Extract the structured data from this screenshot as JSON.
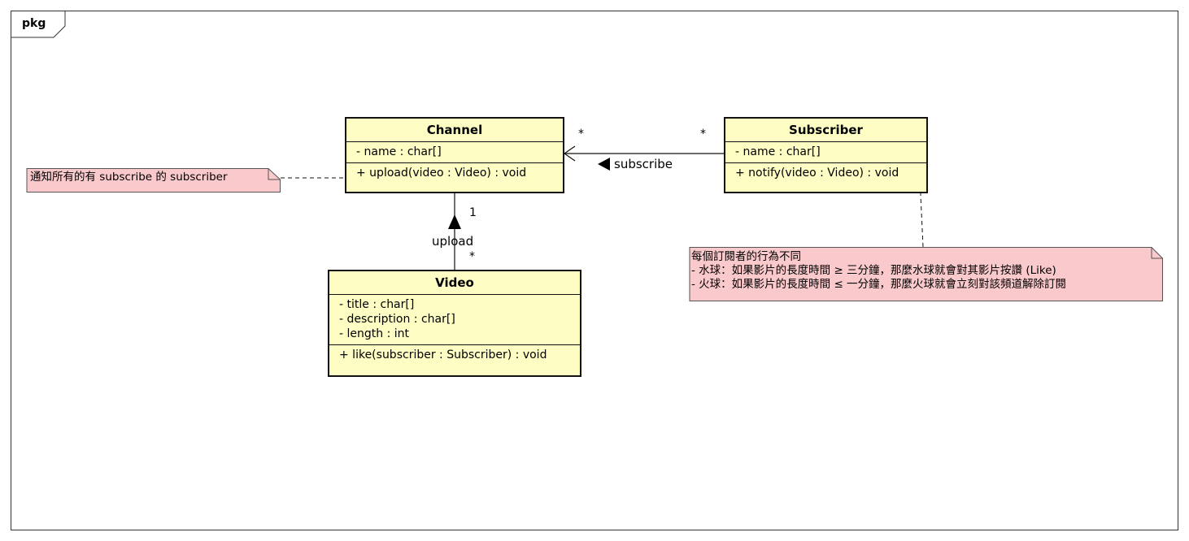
{
  "frame": {
    "label": "pkg"
  },
  "classes": {
    "channel": {
      "name": "Channel",
      "attributes": [
        "- name : char[]"
      ],
      "operations": [
        "+ upload(video : Video) : void"
      ]
    },
    "subscriber": {
      "name": "Subscriber",
      "attributes": [
        "- name : char[]"
      ],
      "operations": [
        "+ notify(video : Video) : void"
      ]
    },
    "video": {
      "name": "Video",
      "attributes": [
        "- title : char[]",
        "- description : char[]",
        "- length : int"
      ],
      "operations": [
        "+ like(subscriber : Subscriber) : void"
      ]
    }
  },
  "notes": {
    "channel_note": {
      "lines": [
        "通知所有的有 subscribe 的 subscriber"
      ]
    },
    "subscriber_note": {
      "lines": [
        "每個訂閱者的行為不同",
        "- 水球：如果影片的長度時間 ≥ 三分鐘，那麼水球就會對其影片按讚 (Like)",
        "- 火球：如果影片的長度時間 ≤ 一分鐘，那麼火球就會立刻對該頻道解除訂閱"
      ]
    }
  },
  "associations": {
    "subscribe": {
      "label": "subscribe",
      "direction_arrow": "◀",
      "multiplicity_channel": "*",
      "multiplicity_subscriber": "*"
    },
    "upload": {
      "label": "upload",
      "multiplicity_channel": "1",
      "multiplicity_video": "*"
    }
  },
  "colors": {
    "class_fill": "#fdfdc4",
    "note_fill": "#f9c9cc",
    "line": "#111111"
  }
}
